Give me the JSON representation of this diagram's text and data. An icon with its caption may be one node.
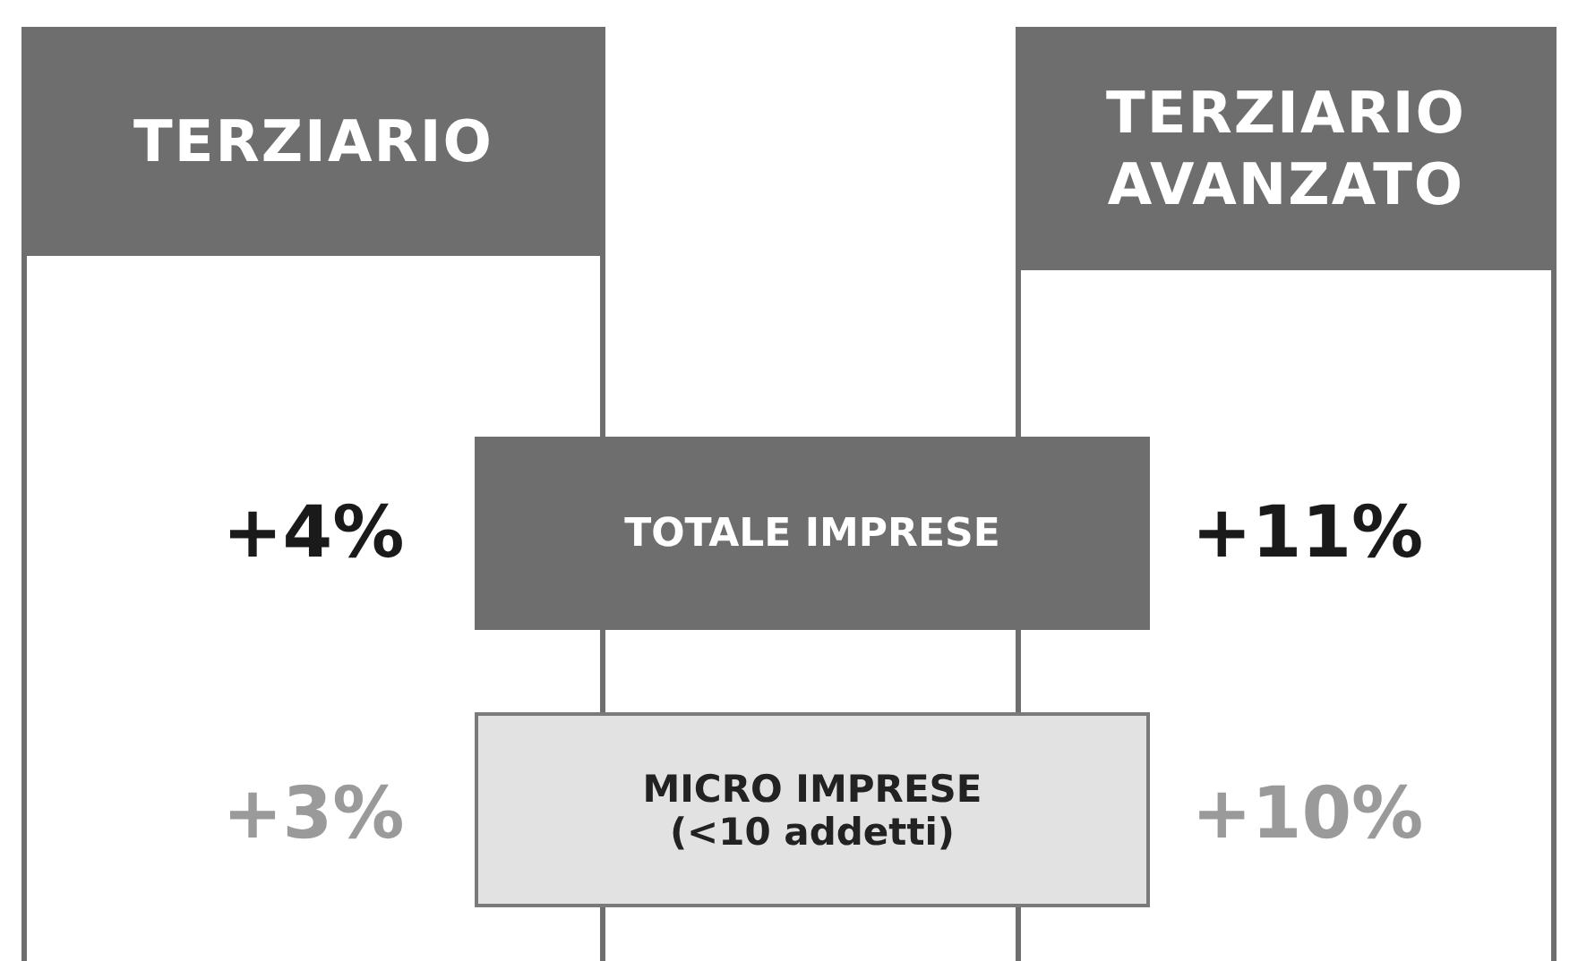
{
  "diagram": {
    "nodes": [
      {
        "text": [
          "TERZIARIO"
        ]
      },
      {
        "text": [
          "TERZIARIO AVANZATO"
        ]
      },
      {
        "text": [
          "TOTALE IMPRESE"
        ]
      },
      {
        "text": [
          "MICRO IMPRESE (<10 addetti)"
        ]
      }
    ],
    "labels": [
      "+4%",
      "+11%",
      "+3%",
      "+10%"
    ]
  }
}
